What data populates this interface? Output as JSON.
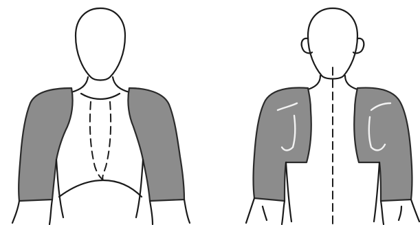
{
  "figure": {
    "views": [
      {
        "id": "front",
        "shaded_region": "shoulders-and-upper-arms"
      },
      {
        "id": "back",
        "shaded_region": "shoulders-and-upper-arms"
      }
    ],
    "colors": {
      "line": "#1a1a1a",
      "shading": "#8c8c8c",
      "background": "#ffffff"
    }
  }
}
